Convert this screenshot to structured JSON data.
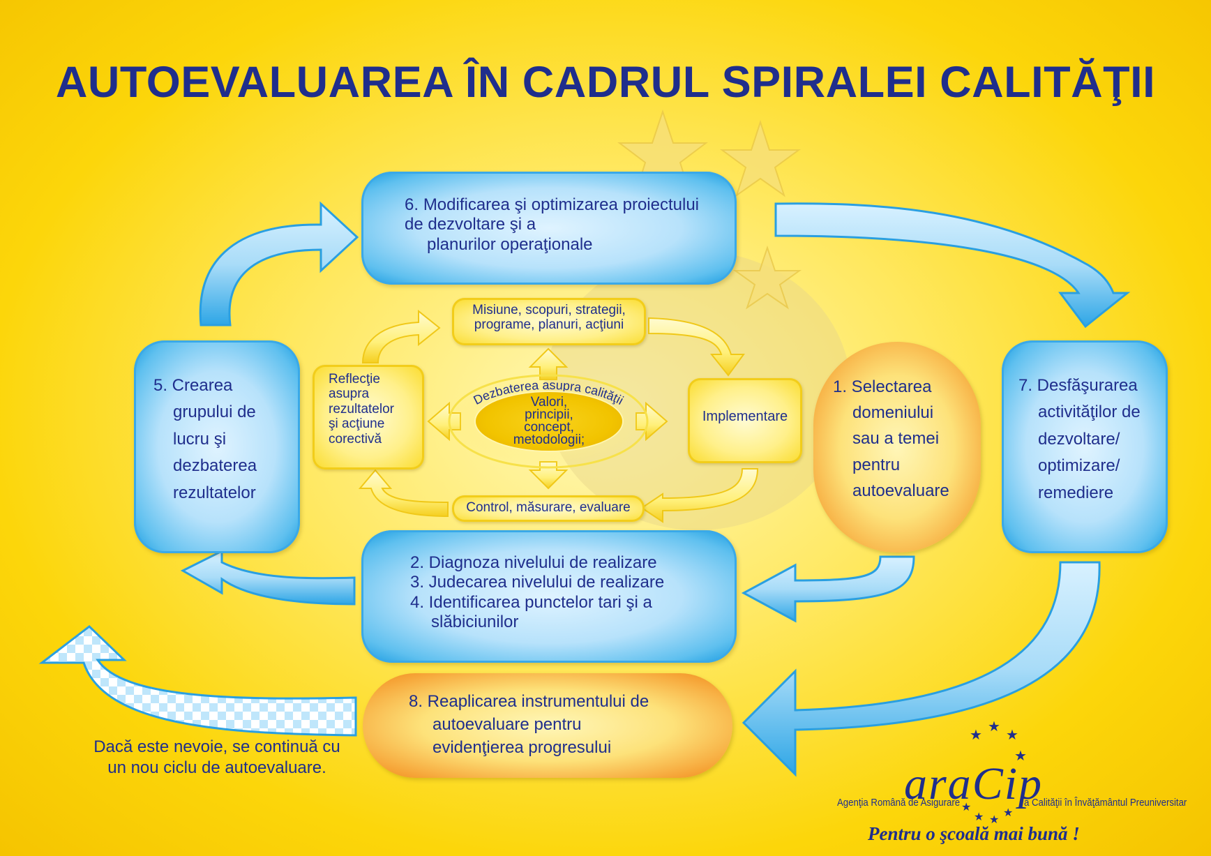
{
  "title": "AUTOEVALUAREA ÎN CADRUL SPIRALEI CALITĂŢII",
  "boxes": {
    "b6": {
      "num": "6.",
      "lines": [
        "Modificarea şi optimizarea proiectului de dezvoltare şi a",
        "planurilor operaţionale"
      ]
    },
    "b5": {
      "lines": [
        "5. Crearea",
        "grupului de",
        "lucru şi",
        "dezbaterea",
        "rezultatelor"
      ]
    },
    "b7": {
      "lines": [
        "7. Desfăşurarea",
        "activităţilor de",
        "dezvoltare/",
        "optimizare/",
        "remediere"
      ]
    },
    "b1": {
      "lines": [
        "1. Selectarea",
        "domeniului",
        "sau a temei",
        "pentru",
        "autoevaluare"
      ]
    },
    "b234": {
      "lines": [
        "2. Diagnoza nivelului de realizare",
        "3. Judecarea nivelului de realizare",
        "4. Identificarea punctelor tari şi a",
        "slăbiciunilor"
      ]
    },
    "b8": {
      "lines": [
        "8. Reaplicarea instrumentului de",
        "autoevaluare pentru",
        "evidenţierea progresului"
      ]
    }
  },
  "inner": {
    "misiune": [
      "Misiune, scopuri, strategii,",
      "programe, planuri, acţiuni"
    ],
    "reflectie": [
      "Reflecţie",
      "asupra",
      "rezultatelor",
      "şi acţiune",
      "corectivă"
    ],
    "implementare": "Implementare",
    "control": "Control, măsurare, evaluare",
    "dezbatere": "Dezbaterea asupra calităţii",
    "core": [
      "Valori,",
      "principii,",
      "concept,",
      "metodologii;"
    ]
  },
  "note": [
    "Dacă este nevoie, se continuă cu",
    "un nou ciclu de autoevaluare."
  ],
  "logo": {
    "word_left": "ara",
    "word_right": "Cip",
    "agency_left": "Agenţia Română de Asigurare",
    "agency_right": "a Calităţii în Învăţământul Preuniversitar",
    "motto": "Pentru o şcoală mai bună !"
  },
  "colors": {
    "text": "#1f2e8c",
    "blue": "#189be0",
    "orange": "#ee8b1e",
    "yellow": "#fcd60a"
  }
}
